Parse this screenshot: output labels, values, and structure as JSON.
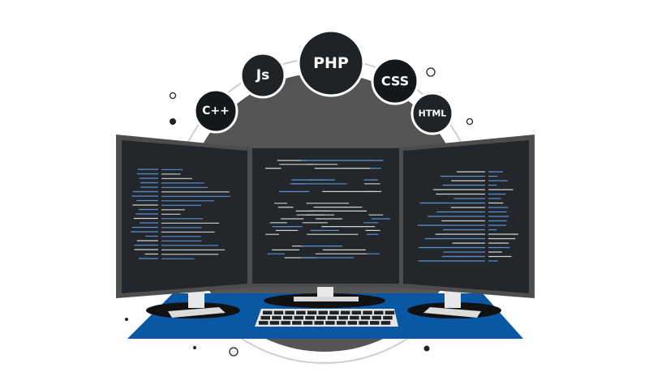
{
  "badges": [
    {
      "label": "C++"
    },
    {
      "label": "Js"
    },
    {
      "label": "PHP"
    },
    {
      "label": "CSS"
    },
    {
      "label": "HTML"
    }
  ],
  "colors": {
    "desk": "#0a57a3",
    "screen": "#23272b",
    "bezel": "#4d4d4d",
    "backdrop": "#555555",
    "badge": "#1f2326",
    "code_white": "#cfcfcf",
    "code_blue": "#5b8fd0"
  }
}
